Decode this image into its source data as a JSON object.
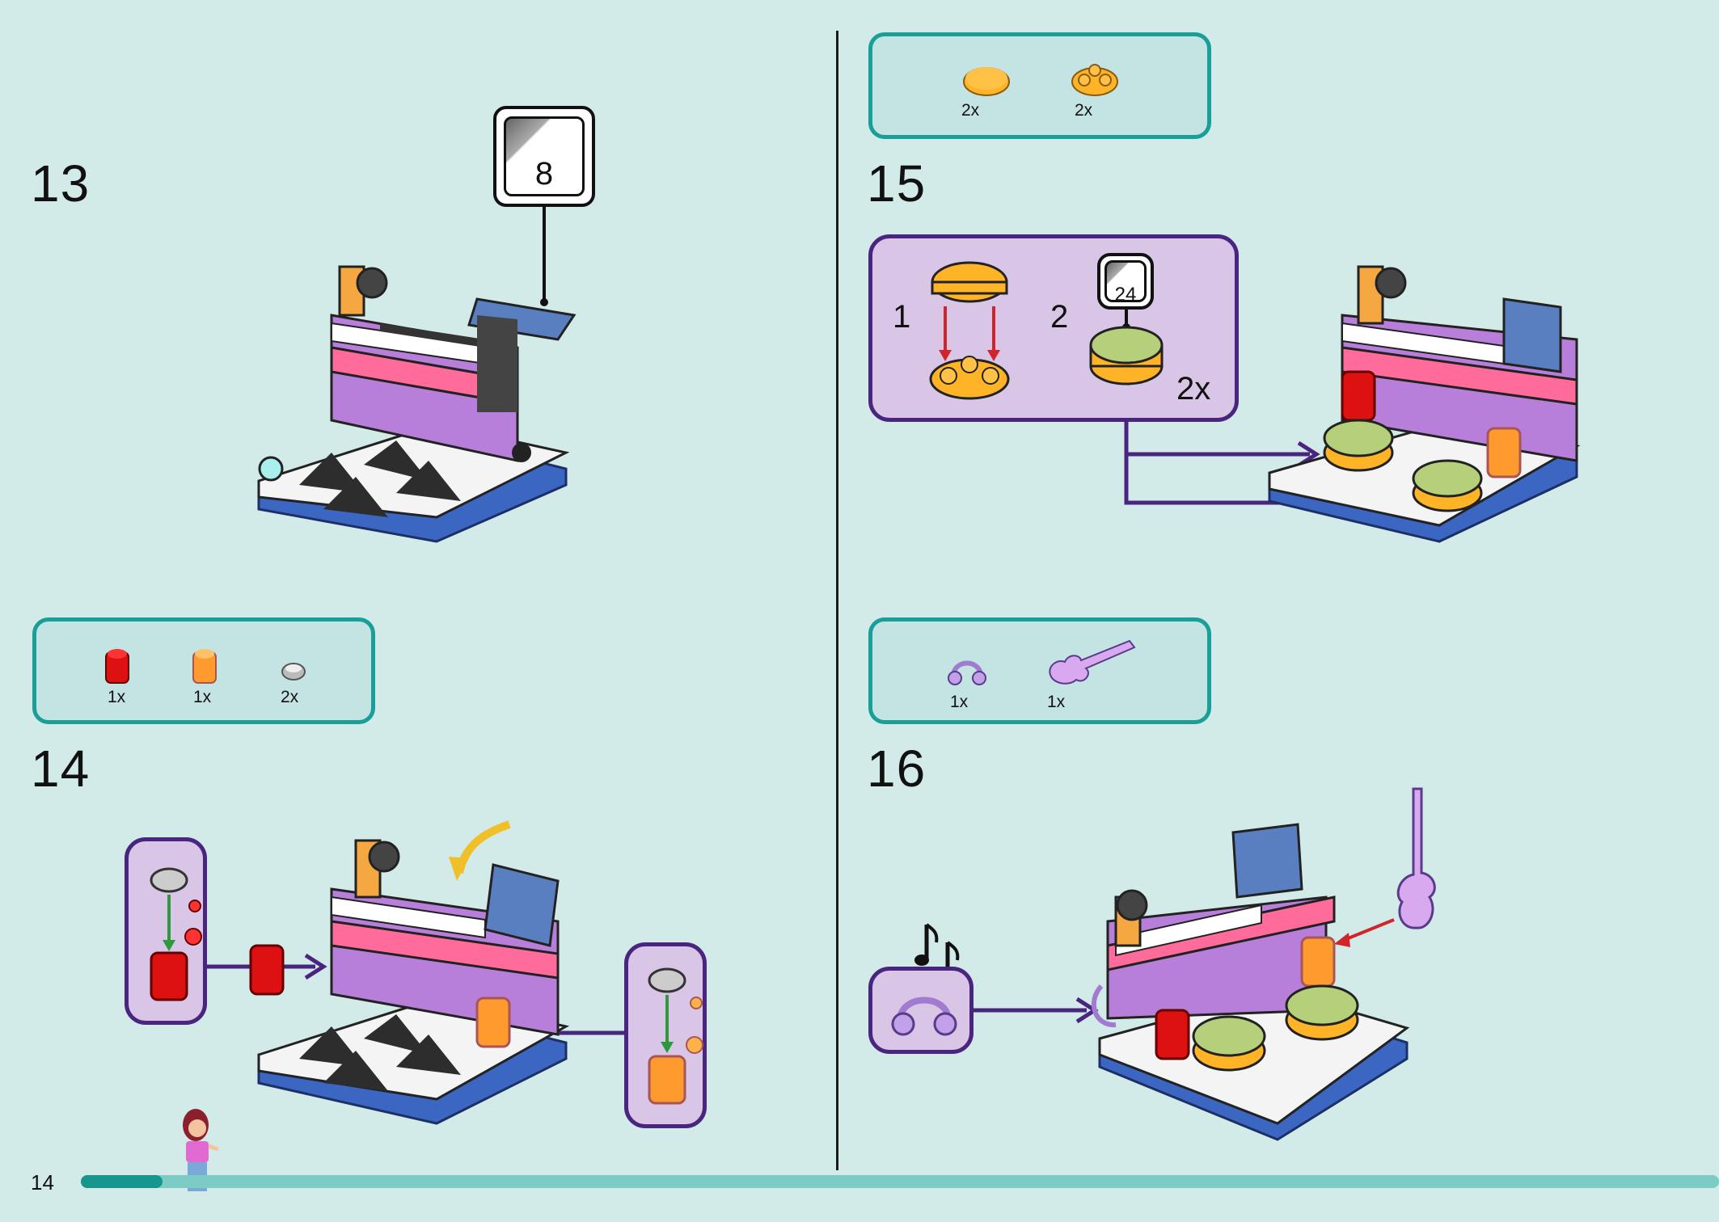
{
  "page": {
    "number": "14",
    "progress_fraction": 0.05
  },
  "divider": true,
  "steps": [
    {
      "number": "13",
      "sticker": "8"
    },
    {
      "number": "14",
      "parts": [
        {
          "qty": "1x",
          "name": "red-round-brick-icon"
        },
        {
          "qty": "1x",
          "name": "orange-round-brick-icon"
        },
        {
          "qty": "2x",
          "name": "silver-round-tile-icon"
        }
      ]
    },
    {
      "number": "15",
      "parts": [
        {
          "qty": "2x",
          "name": "orange-round-tile-icon"
        },
        {
          "qty": "2x",
          "name": "orange-round-plate-icon"
        }
      ],
      "callout": {
        "sub1": "1",
        "sub2": "2",
        "sticker": "24",
        "multiplier": "2x"
      }
    },
    {
      "number": "16",
      "parts": [
        {
          "qty": "1x",
          "name": "headphones-icon"
        },
        {
          "qty": "1x",
          "name": "guitar-icon"
        }
      ]
    }
  ],
  "colors": {
    "background": "#d3ebe8",
    "parts_border": "#1a9e98",
    "callout_border": "#4a2580",
    "arrow": "#4a2580",
    "progress": "#17958f"
  }
}
